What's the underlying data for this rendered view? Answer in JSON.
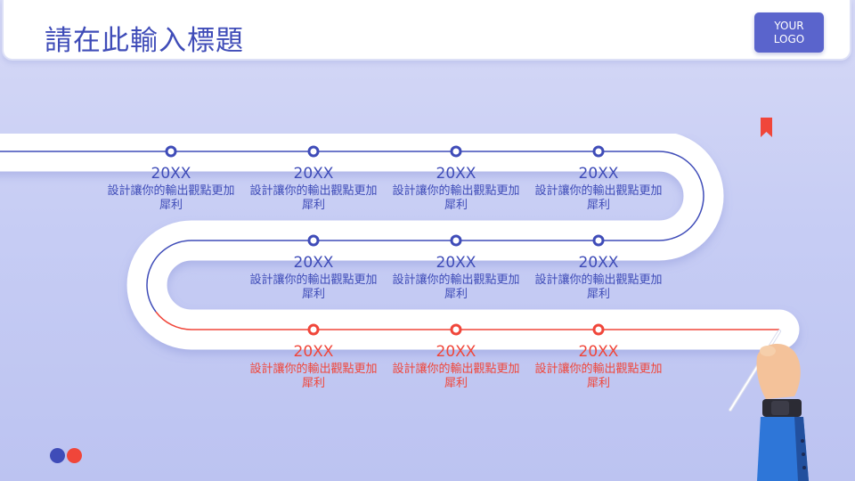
{
  "header": {
    "title": "請在此輸入標題",
    "logo_line1": "YOUR",
    "logo_line2": "LOGO"
  },
  "timeline": {
    "row1": [
      {
        "year": "20XX",
        "text": "設計讓你的輸出觀點更加犀利"
      },
      {
        "year": "20XX",
        "text": "設計讓你的輸出觀點更加犀利"
      },
      {
        "year": "20XX",
        "text": "設計讓你的輸出觀點更加犀利"
      },
      {
        "year": "20XX",
        "text": "設計讓你的輸出觀點更加犀利"
      }
    ],
    "row2": [
      {
        "year": "20XX",
        "text": "設計讓你的輸出觀點更加犀利"
      },
      {
        "year": "20XX",
        "text": "設計讓你的輸出觀點更加犀利"
      },
      {
        "year": "20XX",
        "text": "設計讓你的輸出觀點更加犀利"
      }
    ],
    "row3": [
      {
        "year": "20XX",
        "text": "設計讓你的輸出觀點更加犀利"
      },
      {
        "year": "20XX",
        "text": "設計讓你的輸出觀點更加犀利"
      },
      {
        "year": "20XX",
        "text": "設計讓你的輸出觀點更加犀利"
      }
    ]
  },
  "colors": {
    "primary": "#3f4cb8",
    "accent": "#f0463a",
    "logo_bg": "#5a64cc"
  },
  "icons": {
    "bookmark": "bookmark-icon",
    "hand": "hand-holding-pen-icon"
  }
}
